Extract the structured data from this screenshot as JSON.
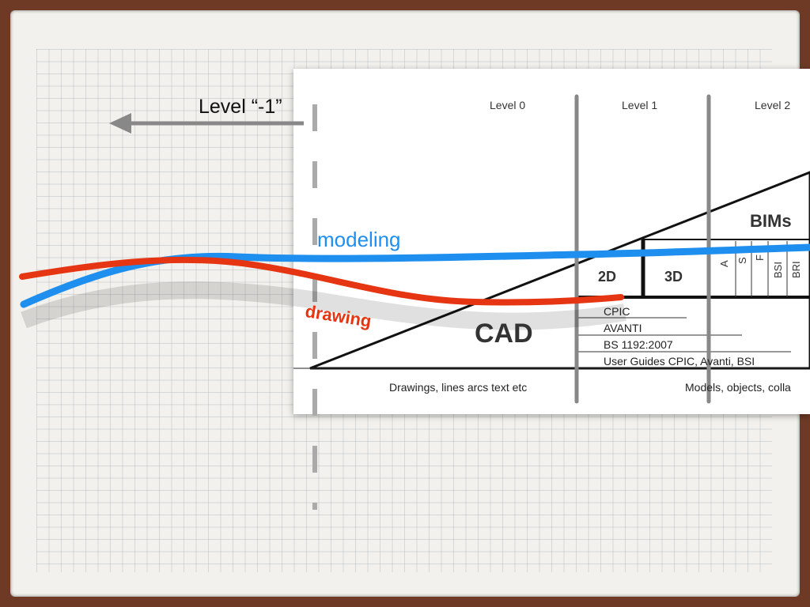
{
  "level_minus_1": "Level “-1”",
  "levels": [
    "Level 0",
    "Level 1",
    "Level 2"
  ],
  "cad_label": "CAD",
  "bims_label": "BIMs",
  "box_2d": "2D",
  "box_3d": "3D",
  "bim_sublabels": [
    "A",
    "S",
    "F",
    "BSI",
    "BRI"
  ],
  "level1_items": [
    "CPIC",
    "AVANTI",
    "BS 1192:2007",
    "User Guides CPIC, Avanti, BSI"
  ],
  "footer_left": "Drawings, lines arcs text etc",
  "footer_right": "Models, objects, colla",
  "modeling_label": "modeling",
  "drawing_label": "drawing",
  "colors": {
    "modeling": "#1f8fef",
    "drawing": "#e63512",
    "background": "#6e3a25"
  }
}
